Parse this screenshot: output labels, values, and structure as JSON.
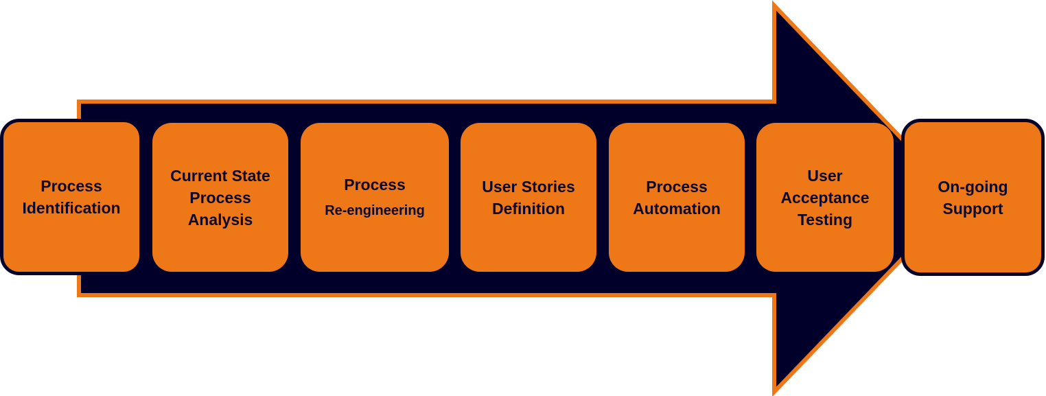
{
  "colors": {
    "arrow_fill": "#00002b",
    "arrow_outline": "#ee7717",
    "step_fill": "#ee7717",
    "step_border": "#05032a",
    "text": "#0b0a2e"
  },
  "steps": [
    {
      "line1": "Process",
      "line2": "Identification"
    },
    {
      "line1": "Current State",
      "line2": "Process",
      "line3": "Analysis"
    },
    {
      "line1": "Process",
      "line2": "Re-engineering"
    },
    {
      "line1": "User Stories",
      "line2": "Definition"
    },
    {
      "line1": "Process",
      "line2": "Automation"
    },
    {
      "line1": "User",
      "line2": "Acceptance",
      "line3": "Testing"
    },
    {
      "line1": "On-going",
      "line2": "Support"
    }
  ]
}
